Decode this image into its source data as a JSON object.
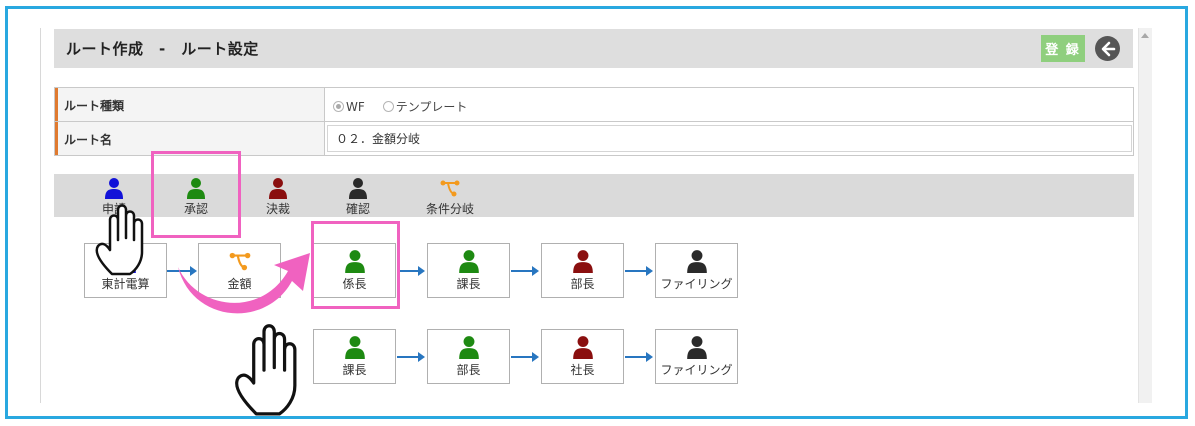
{
  "header": {
    "title": "ルート作成　-　ルート設定",
    "register_label": "登 録"
  },
  "form": {
    "route_type_label": "ルート種類",
    "route_type_options": [
      "WF",
      "テンプレート"
    ],
    "route_type_selected": "WF",
    "route_name_label": "ルート名",
    "route_name_value": "０２．金額分岐"
  },
  "palette": [
    {
      "label": "申請",
      "color": "#1212d8"
    },
    {
      "label": "承認",
      "color": "#1e8a12"
    },
    {
      "label": "決裁",
      "color": "#8a0f0f"
    },
    {
      "label": "確認",
      "color": "#2a2a2a"
    },
    {
      "label": "条件分岐",
      "color": "#f39a1e"
    }
  ],
  "flow": {
    "start_node": {
      "label": "東計電算"
    },
    "branch_node": {
      "label": "金額"
    },
    "row1": [
      {
        "label": "係長",
        "color": "#1e8a12"
      },
      {
        "label": "課長",
        "color": "#1e8a12"
      },
      {
        "label": "部長",
        "color": "#8a0f0f"
      },
      {
        "label": "ファイリング",
        "color": "#2a2a2a"
      }
    ],
    "row2": [
      {
        "label": "課長",
        "color": "#1e8a12"
      },
      {
        "label": "部長",
        "color": "#1e8a12"
      },
      {
        "label": "社長",
        "color": "#8a0f0f"
      },
      {
        "label": "ファイリング",
        "color": "#2a2a2a"
      }
    ]
  },
  "colors": {
    "accent": "#29a8e0",
    "highlight": "#f062c0",
    "connector": "#2876c0",
    "register": "#8fcf7e",
    "label_bar": "#e07a2f"
  }
}
